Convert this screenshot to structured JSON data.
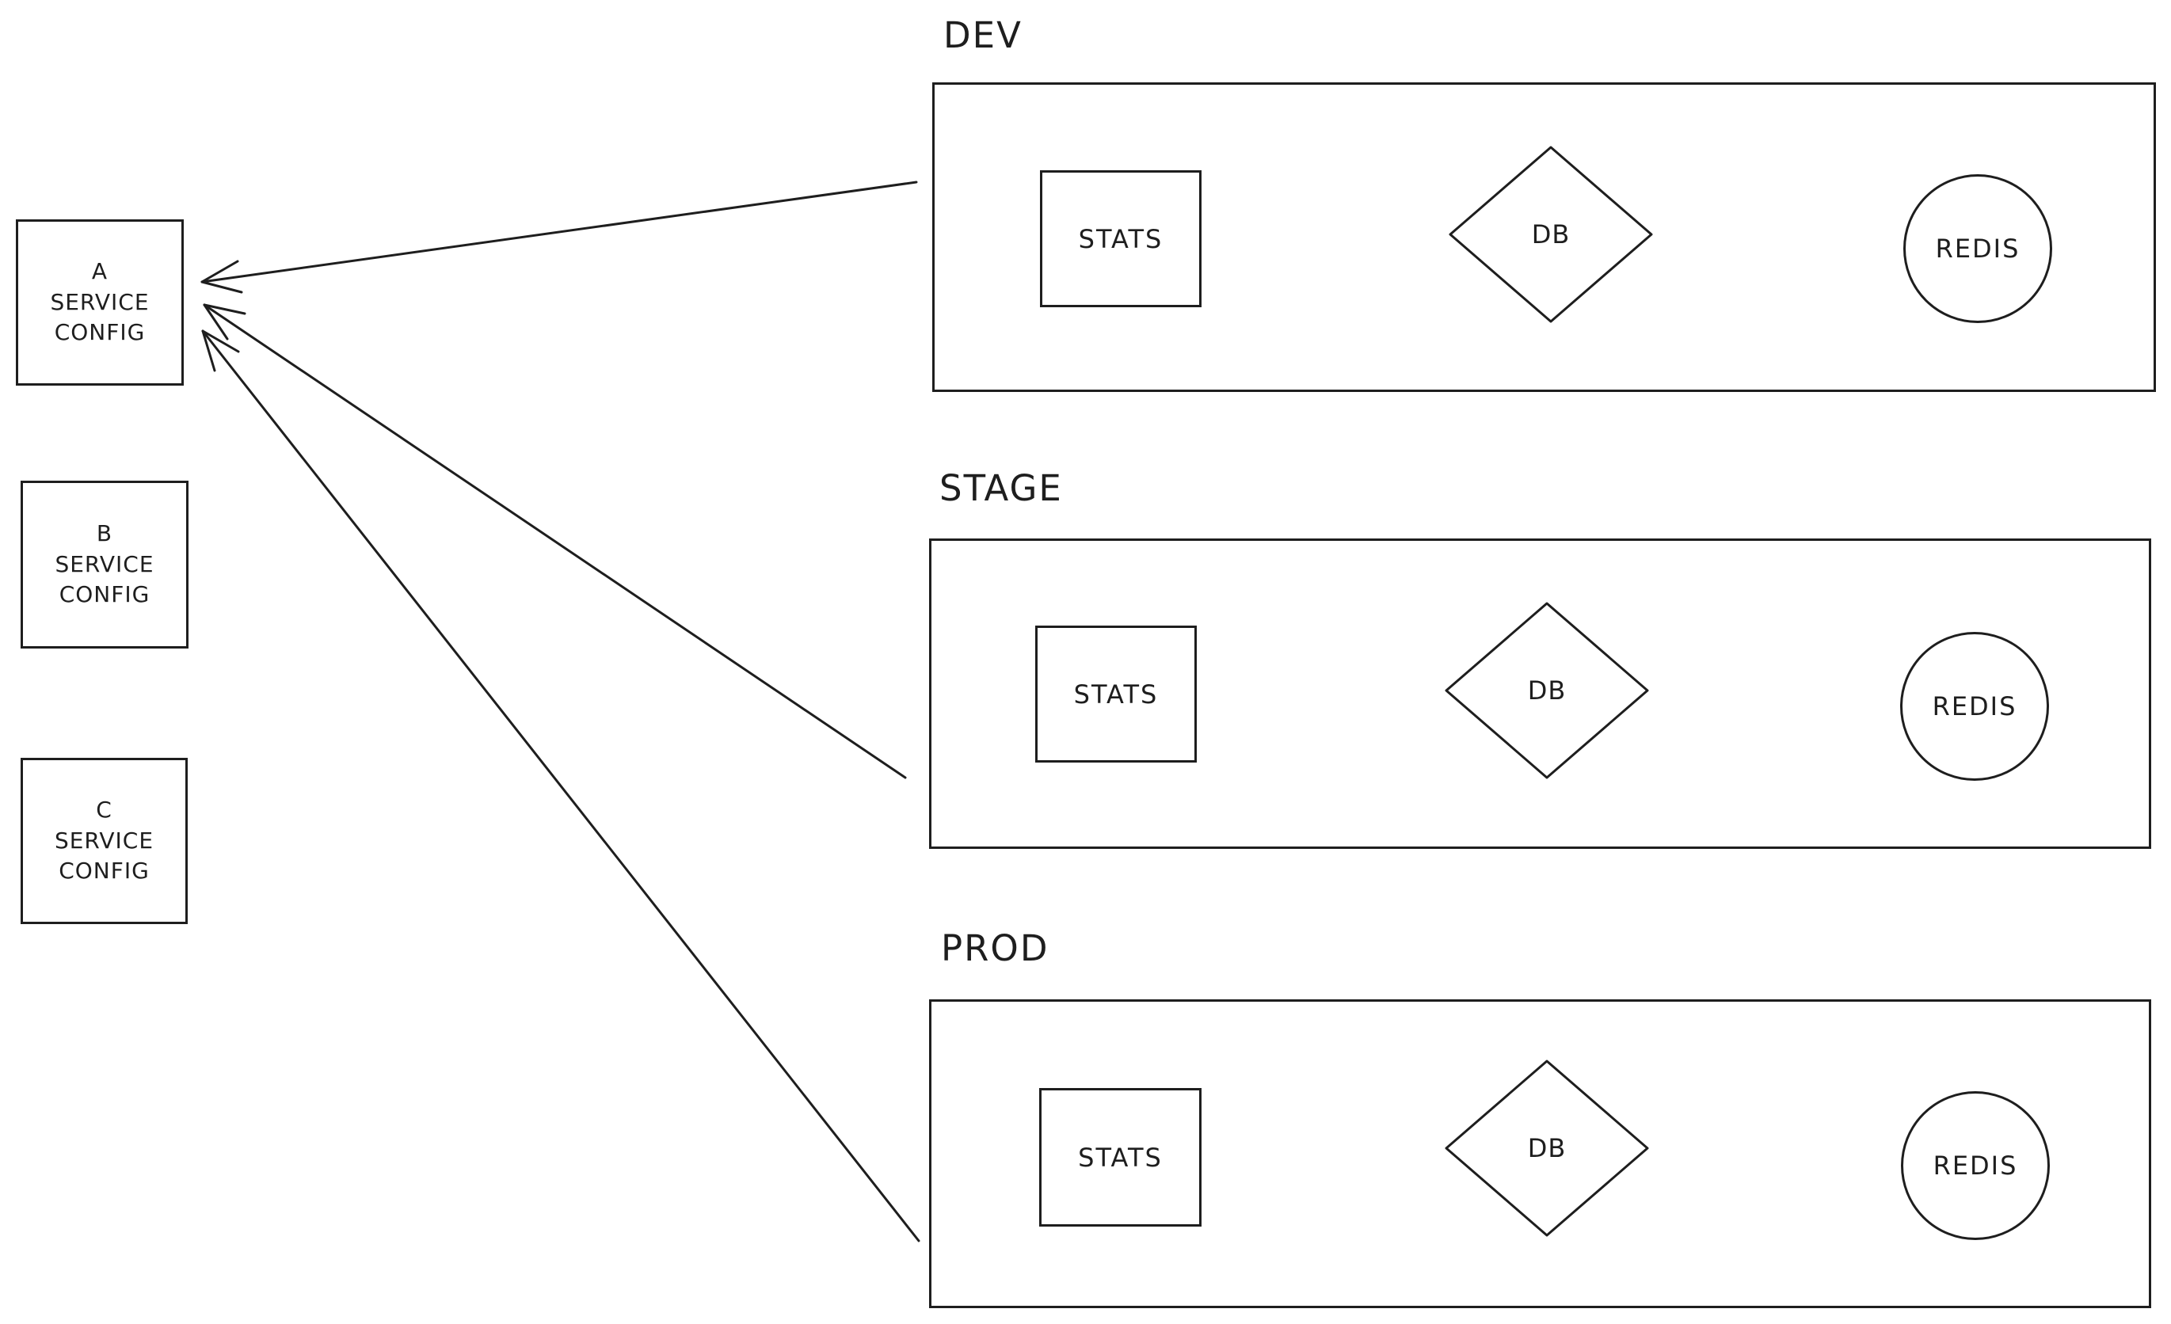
{
  "colors": {
    "stroke": "#1e1e1e",
    "background": "#ffffff",
    "text": "#1e1e1e"
  },
  "config_boxes": [
    {
      "id": "a",
      "line1": "A",
      "line2": "SERVICE",
      "line3": "CONFIG"
    },
    {
      "id": "b",
      "line1": "B",
      "line2": "SERVICE",
      "line3": "CONFIG"
    },
    {
      "id": "c",
      "line1": "C",
      "line2": "SERVICE",
      "line3": "CONFIG"
    }
  ],
  "environments": [
    {
      "id": "dev",
      "label": "DEV",
      "stats_label": "STATS",
      "db_label": "DB",
      "redis_label": "REDIS"
    },
    {
      "id": "stage",
      "label": "STAGE",
      "stats_label": "STATS",
      "db_label": "DB",
      "redis_label": "REDIS"
    },
    {
      "id": "prod",
      "label": "PROD",
      "stats_label": "STATS",
      "db_label": "DB",
      "redis_label": "REDIS"
    }
  ],
  "arrows": [
    {
      "from": "DEV",
      "to": "A SERVICE CONFIG"
    },
    {
      "from": "STAGE",
      "to": "A SERVICE CONFIG"
    },
    {
      "from": "PROD",
      "to": "A SERVICE CONFIG"
    }
  ]
}
